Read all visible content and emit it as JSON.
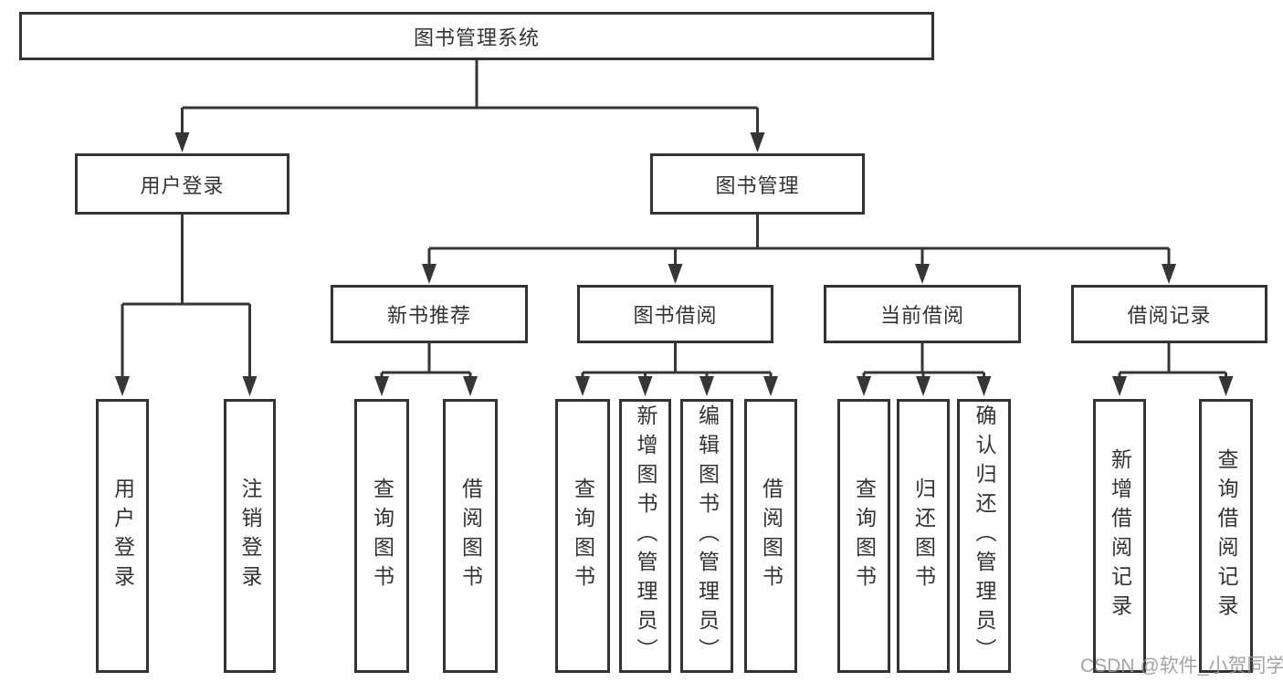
{
  "diagram": {
    "title": "图书管理系统",
    "watermark": "CSDN @软件_小贺同学",
    "colors": {
      "background": "#ffffff",
      "box_fill": "#ffffff",
      "box_border": "#333333",
      "line": "#363636",
      "text": "#333333",
      "watermark_text": "#969696"
    },
    "tree": {
      "label": "图书管理系统",
      "children": [
        {
          "label": "用户登录",
          "children": [
            {
              "label": "用户登录"
            },
            {
              "label": "注销登录"
            }
          ]
        },
        {
          "label": "图书管理",
          "children": [
            {
              "label": "新书推荐",
              "children": [
                {
                  "label": "查询图书"
                },
                {
                  "label": "借阅图书"
                }
              ]
            },
            {
              "label": "图书借阅",
              "children": [
                {
                  "label": "查询图书"
                },
                {
                  "label": "新增图书（管理员）"
                },
                {
                  "label": "编辑图书（管理员）"
                },
                {
                  "label": "借阅图书"
                }
              ]
            },
            {
              "label": "当前借阅",
              "children": [
                {
                  "label": "查询图书"
                },
                {
                  "label": "归还图书"
                },
                {
                  "label": "确认归还（管理员）"
                }
              ]
            },
            {
              "label": "借阅记录",
              "children": [
                {
                  "label": "新增借阅记录"
                },
                {
                  "label": "查询借阅记录"
                }
              ]
            }
          ]
        }
      ]
    }
  }
}
